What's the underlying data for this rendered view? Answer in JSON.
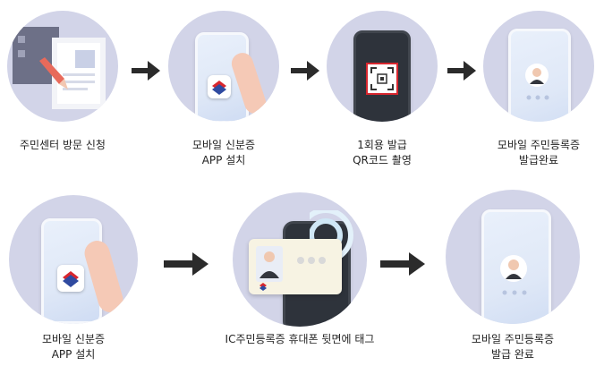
{
  "steps_row1": [
    {
      "lines": [
        "주민센터 방문 신청"
      ]
    },
    {
      "lines": [
        "모바일 신분증",
        "APP 설치"
      ]
    },
    {
      "lines": [
        "1회용 발급",
        "QR코드 촬영"
      ]
    },
    {
      "lines": [
        "모바일 주민등록증",
        "발급완료"
      ]
    }
  ],
  "steps_row2": [
    {
      "lines": [
        "모바일 신분증",
        "APP 설치"
      ]
    },
    {
      "lines": [
        "IC주민등록증 휴대폰 뒷면에 태그"
      ]
    },
    {
      "lines": [
        "모바일 주민등록증",
        "발급 완료"
      ]
    }
  ],
  "colors": {
    "circle_bg": "#d2d4e8",
    "arrow": "#2b2b2b",
    "logo_red": "#d8262e",
    "logo_blue": "#2f4aa0",
    "skin": "#f5c9b6"
  },
  "icons": [
    "document-icon",
    "pencil-icon",
    "app-logo-icon",
    "qr-code-icon",
    "person-avatar-icon",
    "ic-card-icon",
    "nfc-wave-icon"
  ]
}
